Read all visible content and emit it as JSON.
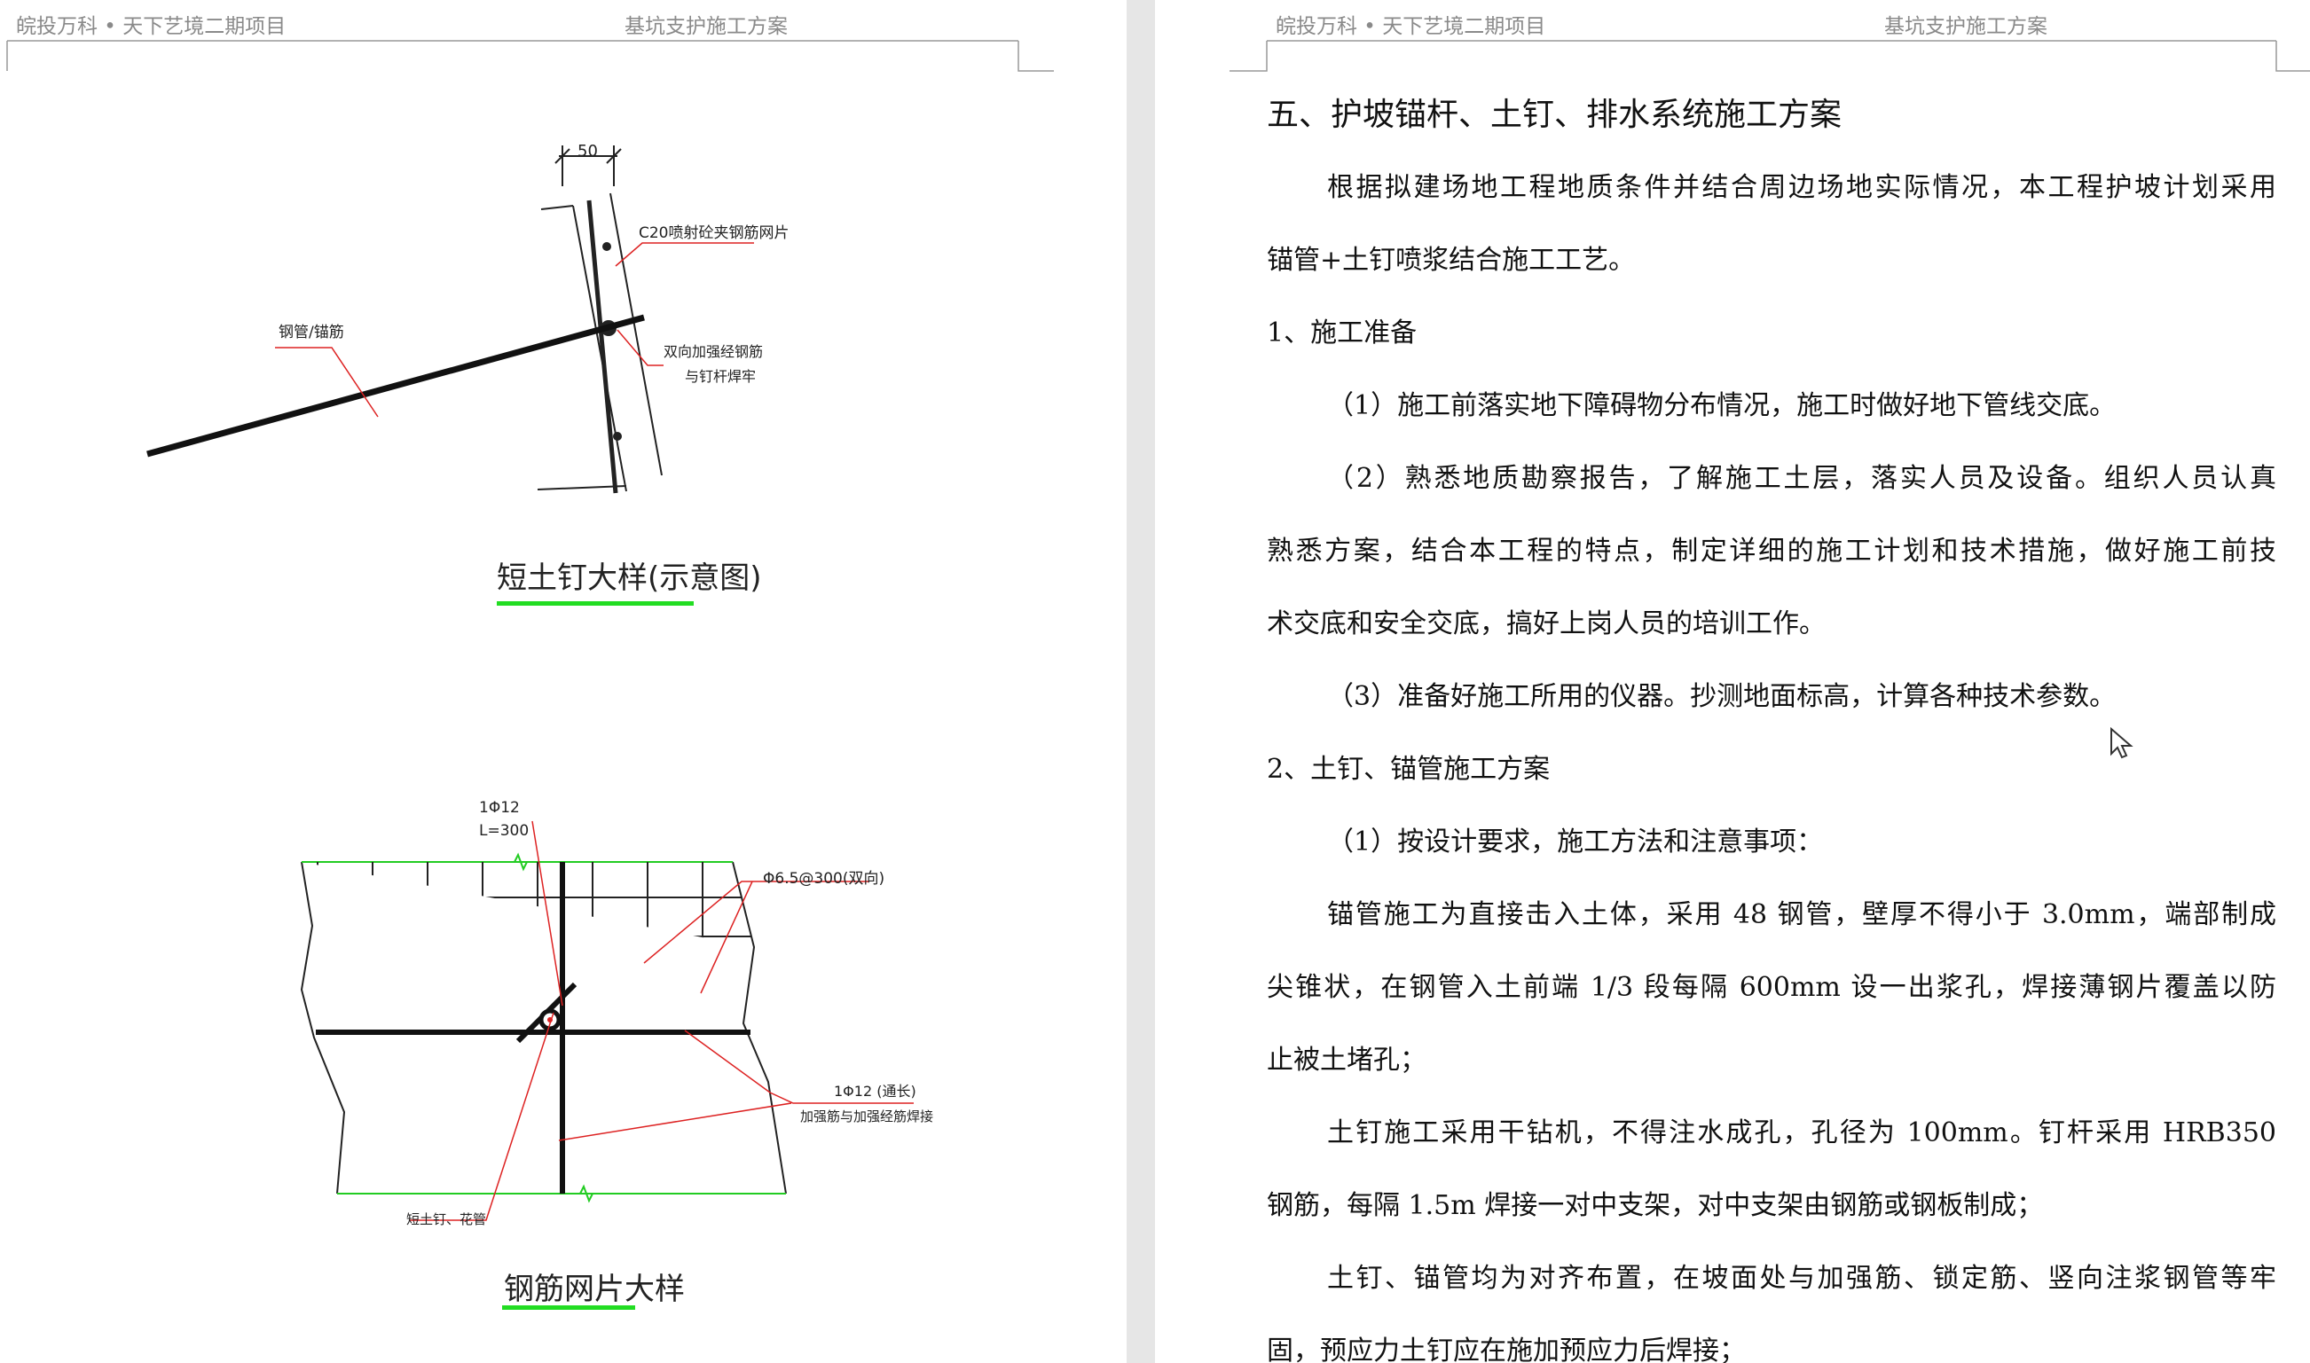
{
  "header": {
    "project": "皖投万科 • 天下艺境二期项目",
    "doc_title": "基坑支护施工方案"
  },
  "left_page": {
    "figure1": {
      "caption": "短土钉大样(示意图)",
      "dim_50": "50",
      "label_c20": "C20喷射砼夹钢筋网片",
      "label_pipe": "钢管/锚筋",
      "label_weld_1": "双向加强经钢筋",
      "label_weld_2": "与钉杆焊牢"
    },
    "figure2": {
      "caption": "钢筋网片大样",
      "label_bar_1": "1Φ12",
      "label_bar_2": "L=300",
      "label_mesh": "Φ6.5@300(双向)",
      "label_long_1": "1Φ12 (通长)",
      "label_long_2": "加强筋与加强经筋焊接",
      "label_nail": "短土钉、花管"
    }
  },
  "right_page": {
    "heading": "五、护坡锚杆、土钉、排水系统施工方案",
    "lines": [
      "根据拟建场地工程地质条件并结合周边场地实际情况，本工程护坡计划采用",
      "锚管+土钉喷浆结合施工工艺。",
      "1、施工准备",
      "（1）施工前落实地下障碍物分布情况，施工时做好地下管线交底。",
      "（2）熟悉地质勘察报告，了解施工土层，落实人员及设备。组织人员认真",
      "熟悉方案，结合本工程的特点，制定详细的施工计划和技术措施，做好施工前技",
      "术交底和安全交底，搞好上岗人员的培训工作。",
      "（3）准备好施工所用的仪器。抄测地面标高，计算各种技术参数。",
      "2、土钉、锚管施工方案",
      "（1）按设计要求，施工方法和注意事项：",
      "锚管施工为直接击入土体，采用 48 钢管，壁厚不得小于 3.0mm，端部制成",
      "尖锥状，在钢管入土前端 1/3 段每隔 600mm 设一出浆孔，焊接薄钢片覆盖以防",
      "止被土堵孔；",
      "土钉施工采用干钻机，不得注水成孔，孔径为 100mm。钉杆采用 HRB350",
      "钢筋，每隔 1.5m 焊接一对中支架，对中支架由钢筋或钢板制成；",
      "土钉、锚管均为对齐布置，在坡面处与加强筋、锁定筋、竖向注浆钢管等牢",
      "固，预应力土钉应在施加预应力后焊接；"
    ]
  },
  "colors": {
    "caption_underline": "#22dd22",
    "leader_red": "#dd2222",
    "mesh_green": "#22cc22",
    "header_gray": "#8a8a8a"
  }
}
